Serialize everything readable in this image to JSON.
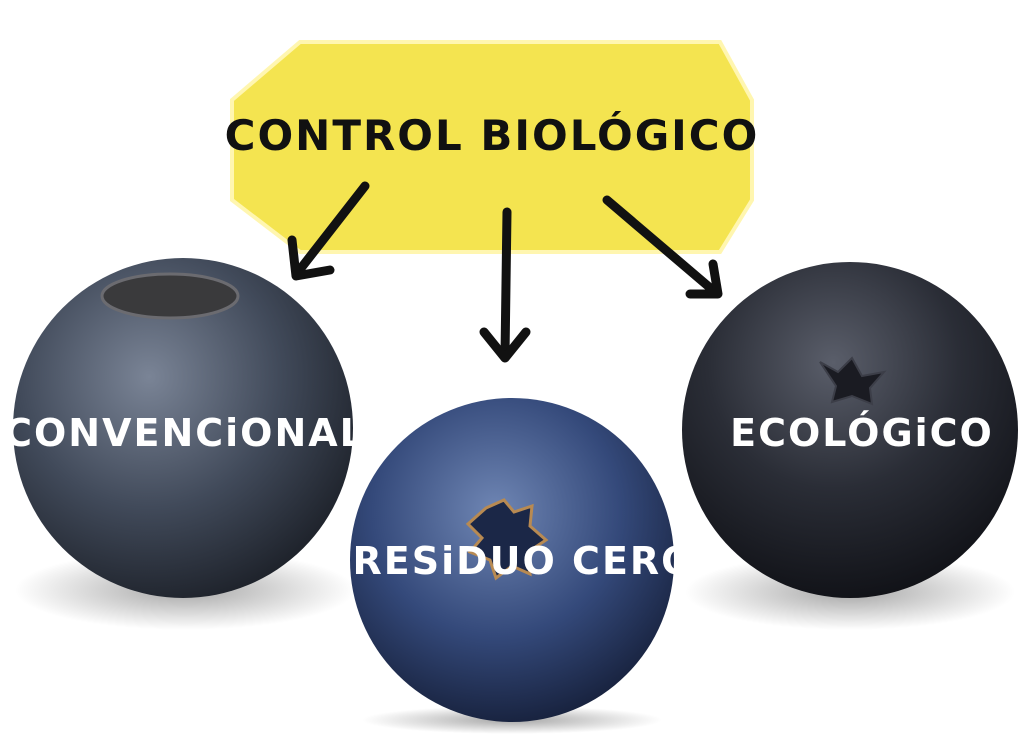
{
  "top_node": {
    "label": "CONTROL BIOLÓGICO",
    "fill_color": "#f4e450"
  },
  "berries": [
    {
      "id": "convencional",
      "label": "CONVENCiONAL",
      "color": "#3a4150"
    },
    {
      "id": "residuo-cero",
      "label": "RESiDUO CERO",
      "color": "#2f4470"
    },
    {
      "id": "ecologico",
      "label": "ECOLÓGiCO",
      "color": "#262830"
    }
  ],
  "arrows": [
    {
      "from": "top_node",
      "to": "convencional"
    },
    {
      "from": "top_node",
      "to": "residuo-cero"
    },
    {
      "from": "top_node",
      "to": "ecologico"
    }
  ],
  "colors": {
    "arrow": "#111111",
    "berry_text": "#ffffff",
    "background": "#ffffff"
  }
}
